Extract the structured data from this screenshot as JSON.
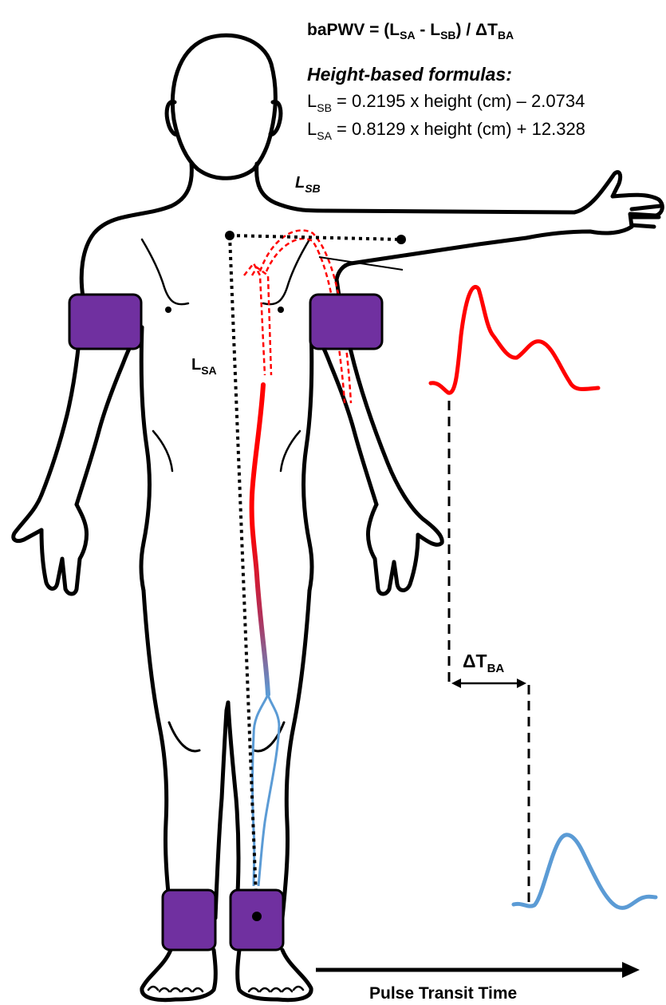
{
  "formula": {
    "main": {
      "prefix": "baPWV = (L",
      "sub1": "SA",
      "mid": " - L",
      "sub2": "SB",
      "rest": ") / ",
      "delta": "ΔT",
      "sub3": "BA"
    },
    "heading": "Height-based formulas:",
    "sb": {
      "l": "L",
      "sub": "SB",
      "rest": " = 0.2195 x height (cm) – 2.0734"
    },
    "sa": {
      "l": "L",
      "sub": "SA",
      "rest": " = 0.8129 x height (cm) + 12.328"
    }
  },
  "labels": {
    "lsb": {
      "l": "L",
      "sub": "SB"
    },
    "lsa": {
      "l": "L",
      "sub": "SA"
    },
    "dt": {
      "l": "ΔT",
      "sub": "BA"
    },
    "arrow_label": "Pulse Transit Time"
  },
  "colors": {
    "cuff": "#7030a0",
    "brachial_wave": "#ff0000",
    "ankle_wave": "#5b9bd5",
    "outline": "#000000"
  }
}
